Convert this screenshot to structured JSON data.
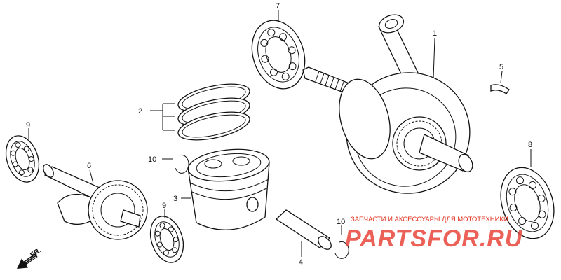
{
  "callouts": {
    "crankshaft": "1",
    "piston_rings": "2",
    "piston": "3",
    "piston_pin": "4",
    "woodruff_key": "5",
    "balancer_shaft": "6",
    "bearing_top": "7",
    "bearing_right": "8",
    "bearing_left_top": "9",
    "bearing_left_bottom": "9",
    "pin_clip_upper": "10",
    "pin_clip_lower": "10"
  },
  "watermark": {
    "subtitle": "ЗАПЧАСТИ И АКСЕССУАРЫ ДЛЯ МОТОТЕХНИКИ",
    "logo": "PARTSFOR.RU"
  },
  "direction": {
    "label": "FR."
  }
}
